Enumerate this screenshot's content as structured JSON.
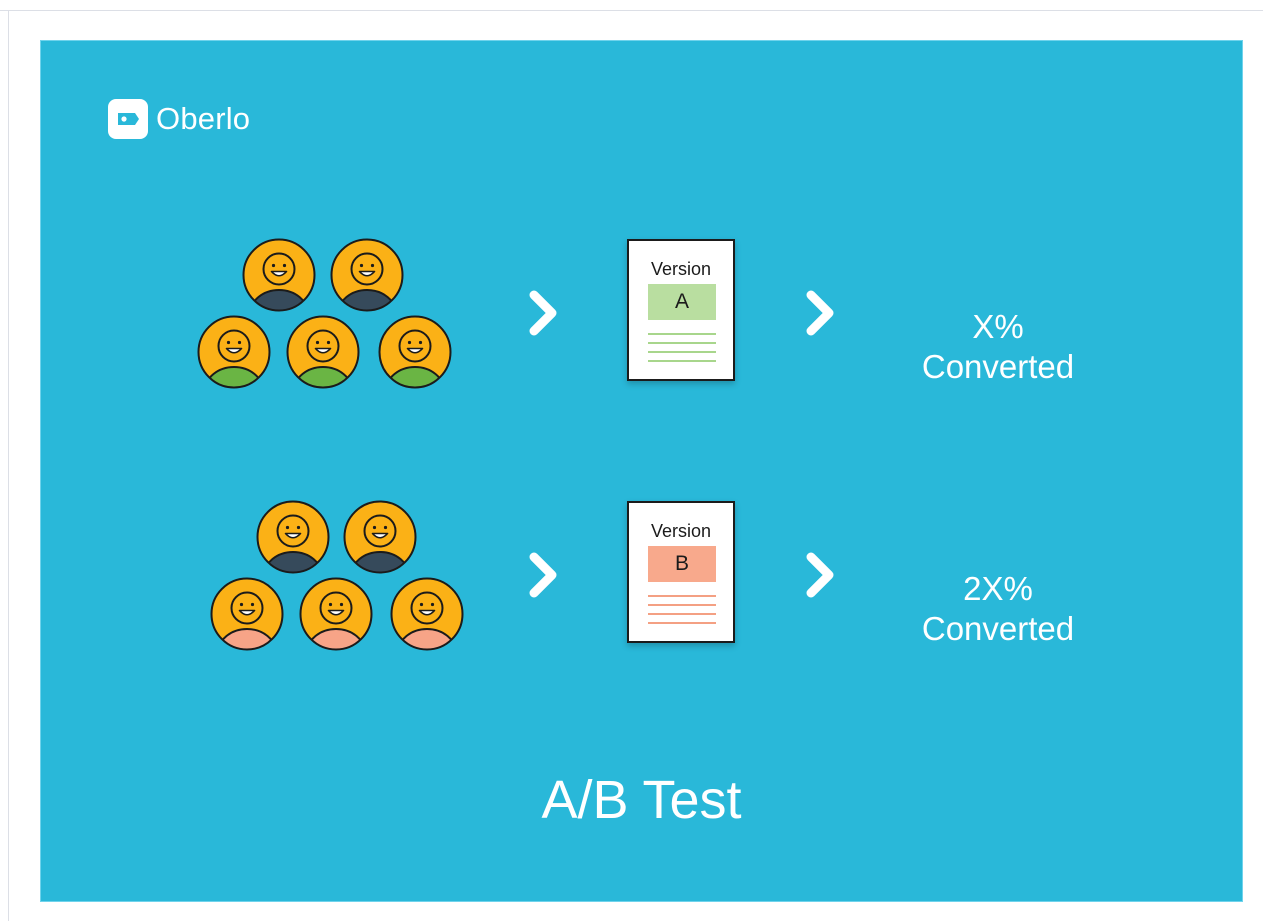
{
  "brand": {
    "name": "Oberlo"
  },
  "colors": {
    "background": "#29b8d9",
    "text": "#ffffff",
    "face": "#fbb116",
    "face_outline": "#1b1b1b",
    "shirt_dark": "#364a5b",
    "shirt_green": "#6ab544",
    "shirt_salmon": "#f7a487",
    "version_a_fill": "#b9dea0",
    "version_a_lines": "#a8d68c",
    "version_b_fill": "#f8a98c",
    "version_b_lines": "#f4a083"
  },
  "flows": [
    {
      "audience_shirts": [
        "dark",
        "dark",
        "green",
        "green",
        "green"
      ],
      "document": {
        "heading": "Version",
        "label": "A",
        "color_key": "a"
      },
      "result": {
        "value": "X%",
        "label": "Converted"
      }
    },
    {
      "audience_shirts": [
        "dark",
        "dark",
        "salmon",
        "salmon",
        "salmon"
      ],
      "document": {
        "heading": "Version",
        "label": "B",
        "color_key": "b"
      },
      "result": {
        "value": "2X%",
        "label": "Converted"
      }
    }
  ],
  "icons": {
    "logo": "tag-icon",
    "arrow": "chevron-right-icon",
    "person": "smiling-person-icon"
  },
  "footer": {
    "title": "A/B Test"
  }
}
